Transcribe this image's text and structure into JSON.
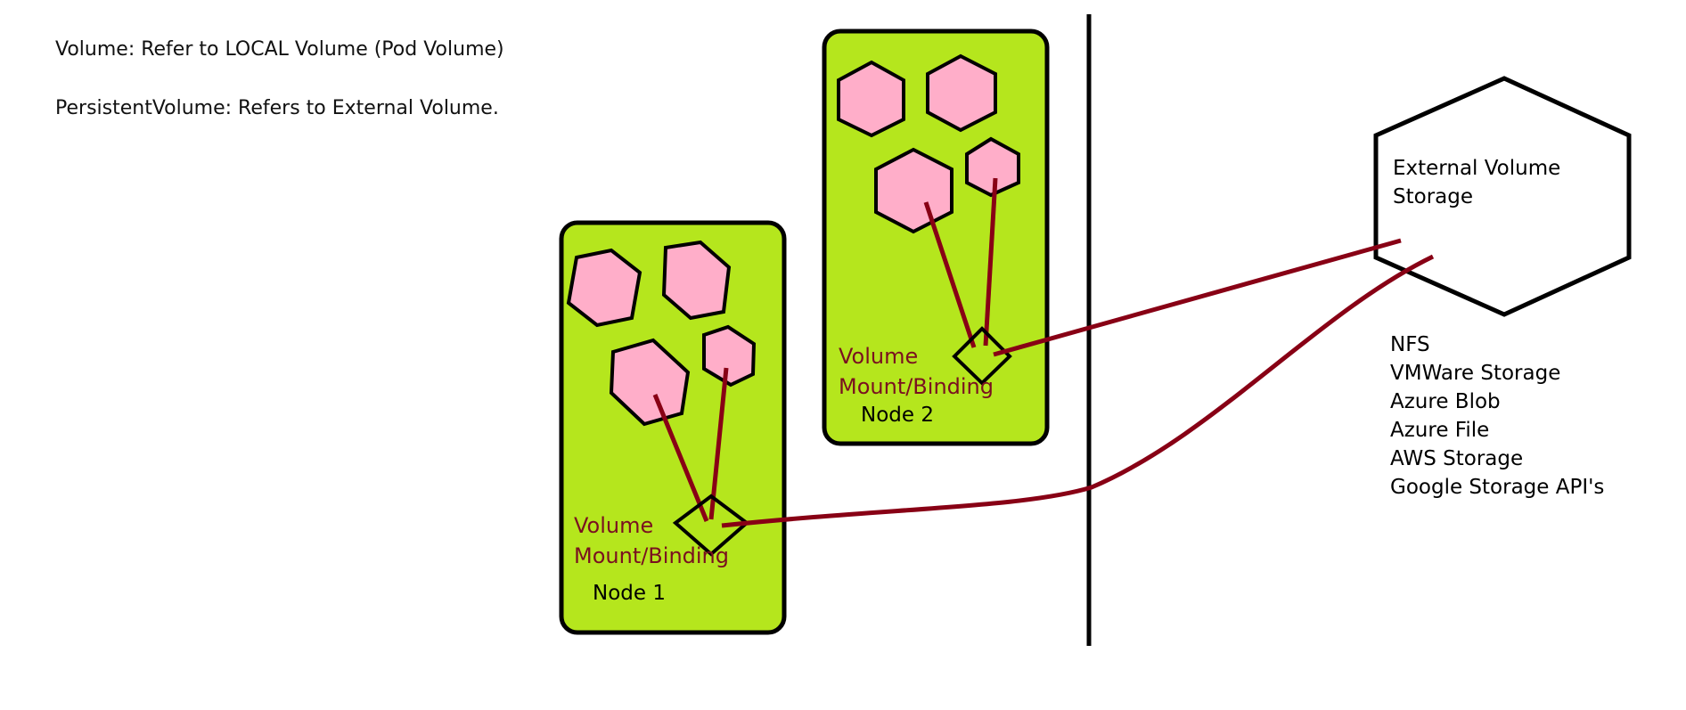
{
  "definitions": {
    "volume": "Volume:   Refer to LOCAL Volume (Pod Volume)",
    "persistent_volume": "PersistentVolume:  Refers to External Volume."
  },
  "nodes": [
    {
      "label": "Node 1",
      "mount_label": "Volume\nMount/Binding"
    },
    {
      "label": "Node 2",
      "mount_label": "Volume\nMount/Binding"
    }
  ],
  "external_storage": {
    "label": "External Volume\nStorage",
    "providers": [
      "NFS",
      "VMWare Storage",
      "Azure Blob",
      "Azure File",
      "AWS Storage",
      "Google Storage API's"
    ]
  },
  "colors": {
    "node_fill": "#b5e61d",
    "pod_fill": "#ffaec9",
    "link_line": "#880015",
    "outline": "#000000"
  }
}
